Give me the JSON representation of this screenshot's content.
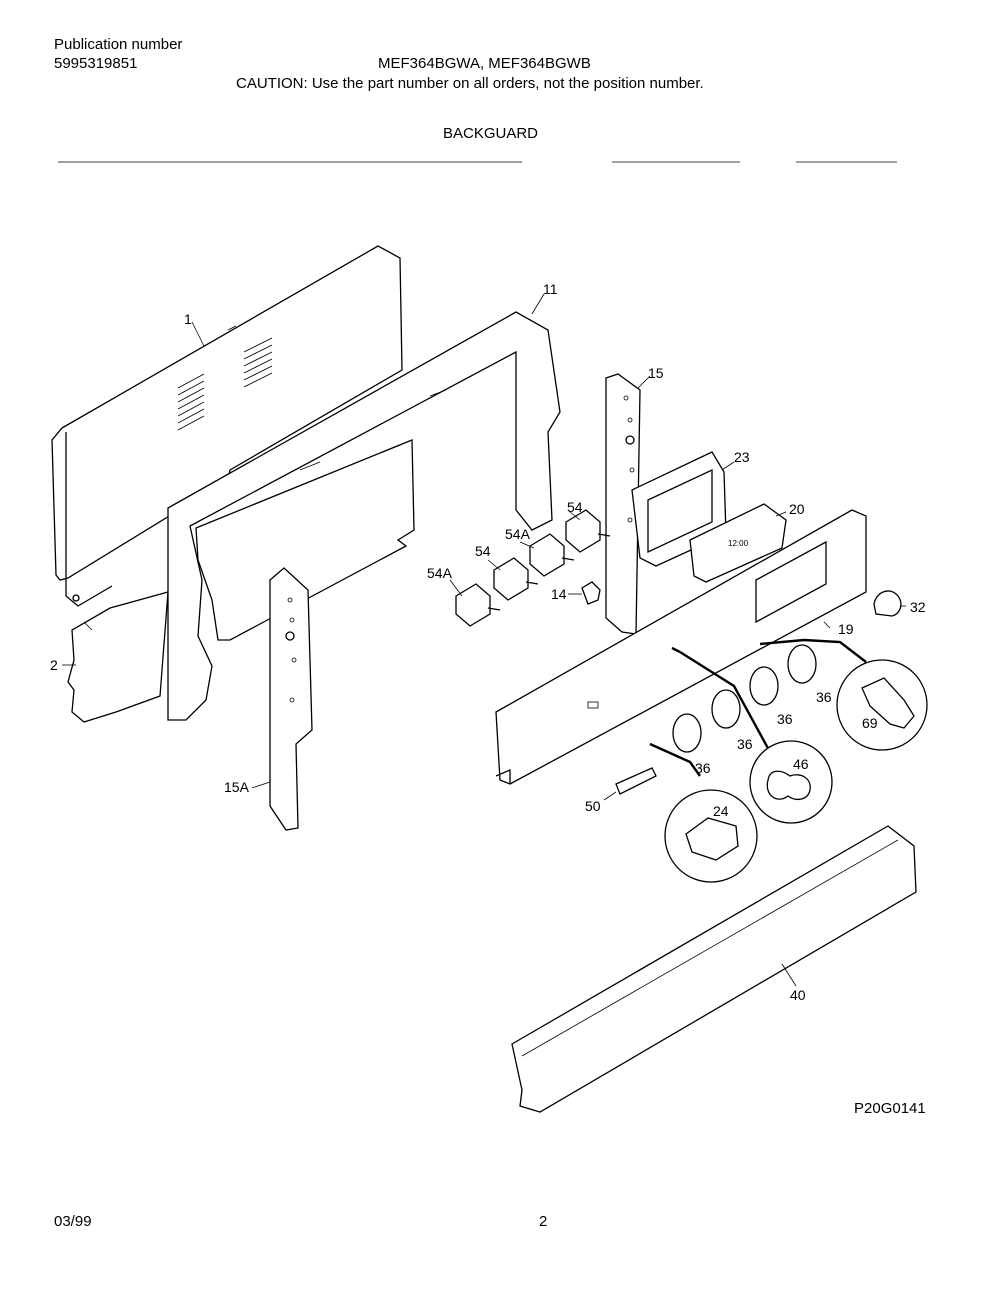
{
  "header": {
    "publication_label": "Publication number",
    "publication_number": "5995319851",
    "models": "MEF364BGWA, MEF364BGWB",
    "caution": "CAUTION:  Use the part number on all orders, not the position number."
  },
  "section_title": "BACKGUARD",
  "diagram_code": "P20G0141",
  "footer": {
    "date": "03/99",
    "page": "2"
  },
  "callouts": {
    "c1": "1",
    "c2": "2",
    "c11": "11",
    "c14": "14",
    "c15": "15",
    "c15a": "15A",
    "c19": "19",
    "c20": "20",
    "c23": "23",
    "c24": "24",
    "c32": "32",
    "c36a": "36",
    "c36b": "36",
    "c36c": "36",
    "c36d": "36",
    "c40": "40",
    "c46": "46",
    "c50": "50",
    "c54a": "54",
    "c54b": "54",
    "c54Aa": "54A",
    "c54Ab": "54A",
    "c69": "69"
  }
}
